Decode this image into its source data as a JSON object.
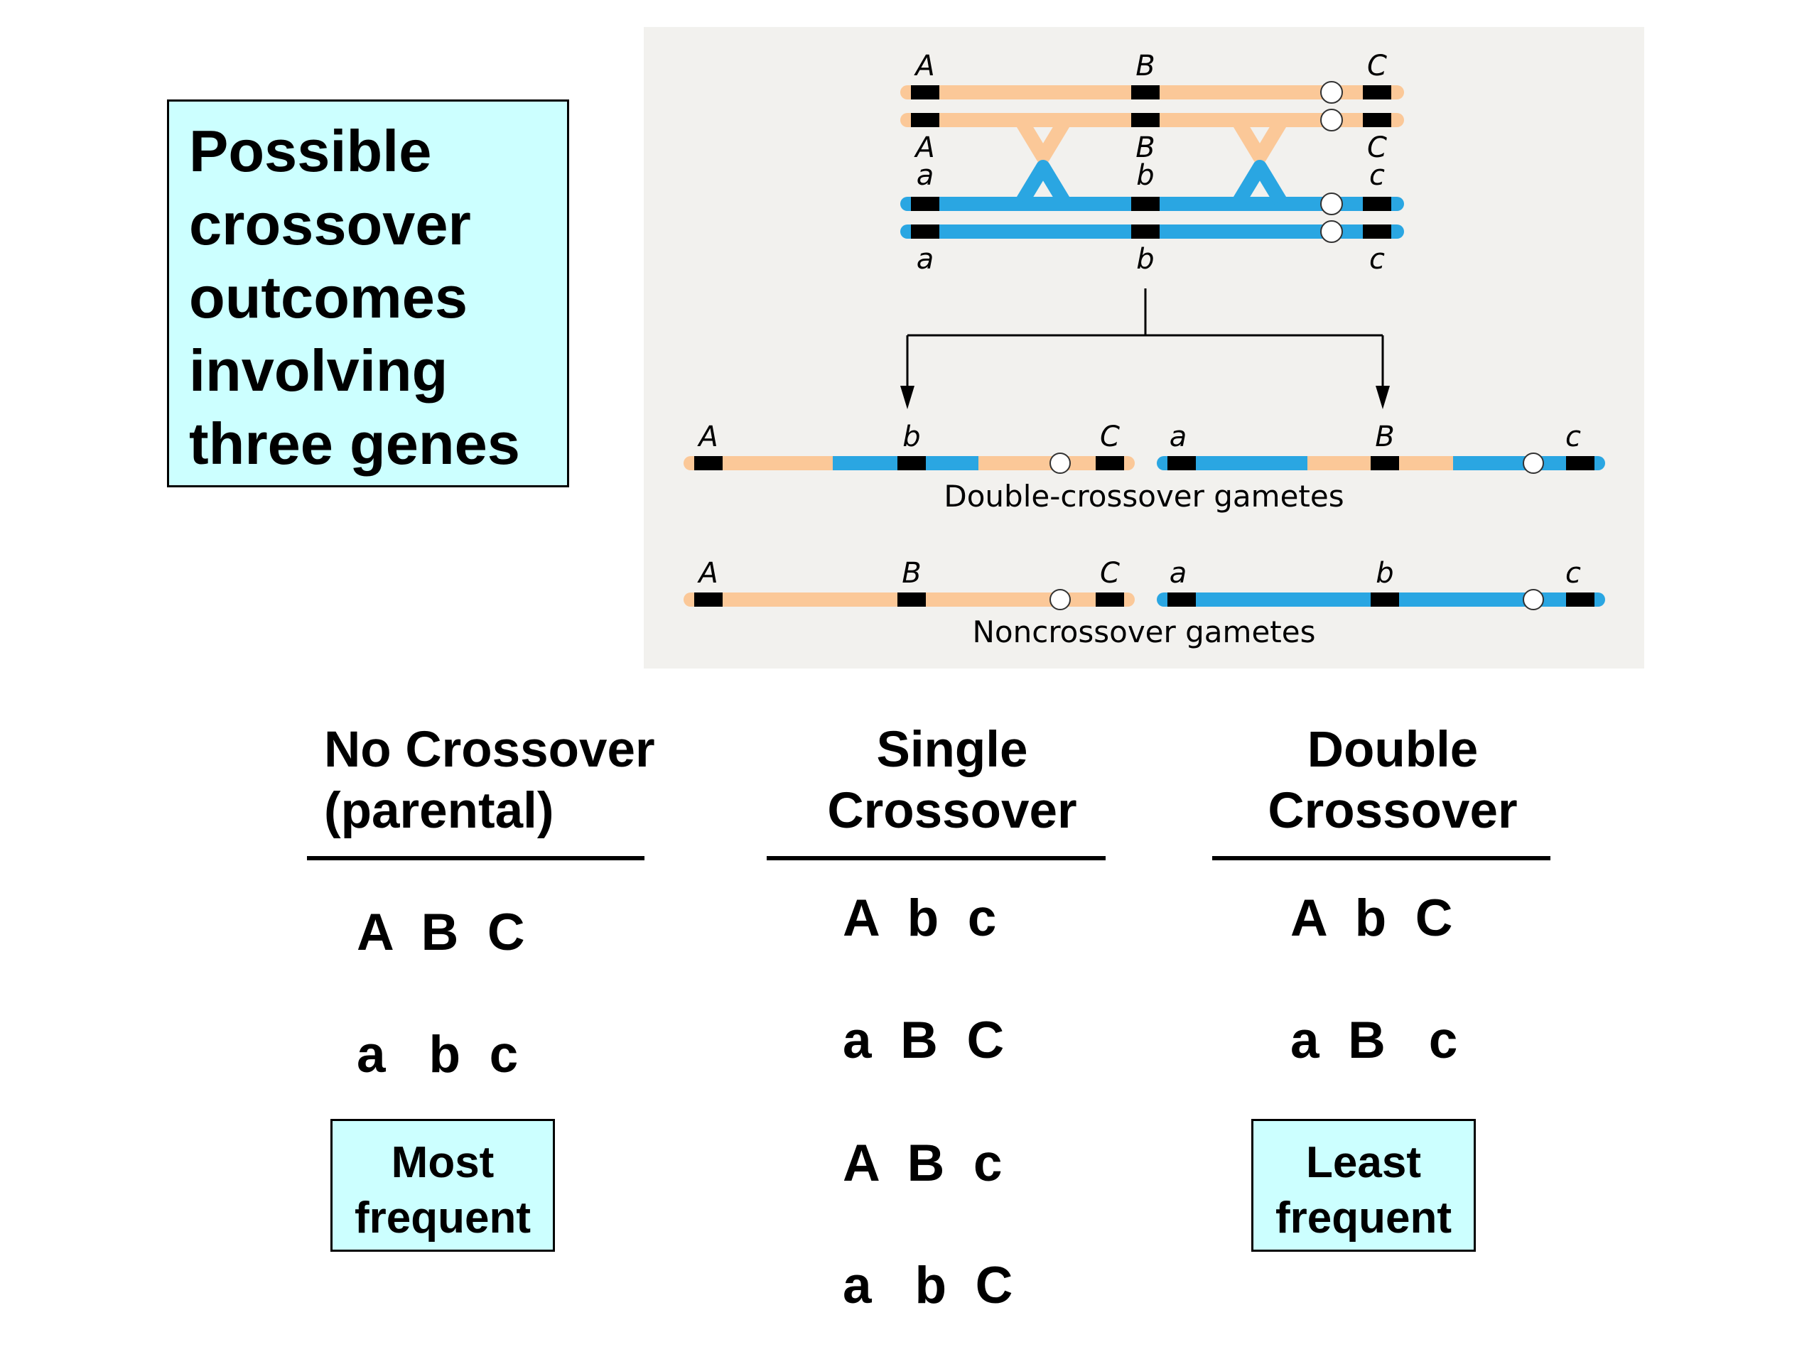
{
  "title_box": {
    "lines": [
      "Possible",
      "crossover",
      "outcomes",
      "involving",
      "three genes"
    ],
    "background": "#ccffff"
  },
  "figure": {
    "background": "#f2f1ee",
    "colors": {
      "parental_top": "#fbc898",
      "parental_bottom": "#2aa6e2",
      "gene_marker": "#000000"
    },
    "top_labels_upper": [
      "A",
      "B",
      "C"
    ],
    "mid_labels_upper": [
      "A",
      "B",
      "C"
    ],
    "mid_labels_lower": [
      "a",
      "b",
      "c"
    ],
    "bottom_labels_lower": [
      "a",
      "b",
      "c"
    ],
    "double_crossover": {
      "left_labels": [
        "A",
        "b",
        "C"
      ],
      "right_labels": [
        "a",
        "B",
        "c"
      ],
      "caption": "Double-crossover gametes"
    },
    "noncrossover": {
      "left_labels": [
        "A",
        "B",
        "C"
      ],
      "right_labels": [
        "a",
        "b",
        "c"
      ],
      "caption": "Noncrossover gametes"
    }
  },
  "columns": [
    {
      "heading": [
        "No Crossover",
        "(parental)"
      ],
      "rows": [
        "A  B  C",
        "a   b  c"
      ],
      "frequency_box": [
        "Most",
        "frequent"
      ]
    },
    {
      "heading": [
        "Single",
        "Crossover"
      ],
      "rows": [
        "A  b  c",
        "a  B  C",
        "A  B  c",
        "a   b  C"
      ]
    },
    {
      "heading": [
        "Double",
        "Crossover"
      ],
      "rows": [
        "A  b  C",
        "a  B   c"
      ],
      "frequency_box": [
        "Least",
        "frequent"
      ]
    }
  ]
}
